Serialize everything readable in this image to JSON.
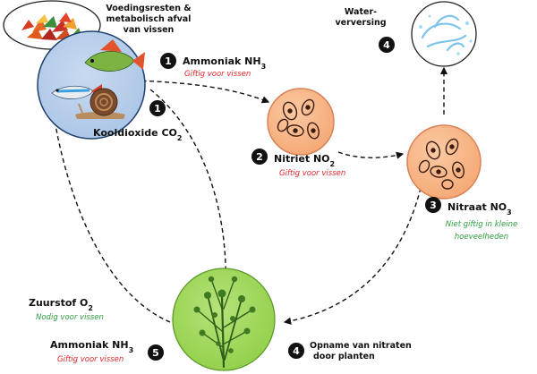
{
  "labels": {
    "food_waste": [
      "Voedingsresten &",
      "metabolisch afval",
      "van vissen"
    ],
    "water_change": [
      "Water-",
      "verversing"
    ],
    "ammonia_top": {
      "name": "Ammoniak NH",
      "sub": "3",
      "note": "Giftig voor vissen"
    },
    "co2": {
      "name": "Kooldioxide CO",
      "sub": "2"
    },
    "nitrite": {
      "name": "Nitriet NO",
      "sub": "2",
      "note": "Giftig voor vissen"
    },
    "nitrate": {
      "name": "Nitraat NO",
      "sub": "3",
      "note_lines": [
        "Niet giftig in kleine",
        "hoeveelheden"
      ]
    },
    "oxygen": {
      "name": "Zuurstof O",
      "sub": "2",
      "note": "Nodig voor vissen"
    },
    "ammonia_bottom": {
      "name": "Ammoniak NH",
      "sub": "3",
      "note": "Giftig voor vissen"
    },
    "uptake": [
      "Opname van nitraten",
      "door planten"
    ]
  },
  "badges": {
    "ammonia_top": "1",
    "co2": "1",
    "nitrite": "2",
    "nitrate": "3",
    "water_change": "4",
    "uptake": "4",
    "ammonia_bottom": "5"
  },
  "colors": {
    "toxic": "#e0262b",
    "safe": "#2e9e3e",
    "bacteria_fill": "#f5a875",
    "bacteria_stroke": "#d98255",
    "tank_fill": "#a9c4e6",
    "tank_stroke": "#1f3f6e",
    "plant_fill": "#8fce45",
    "badge": "#111111"
  }
}
